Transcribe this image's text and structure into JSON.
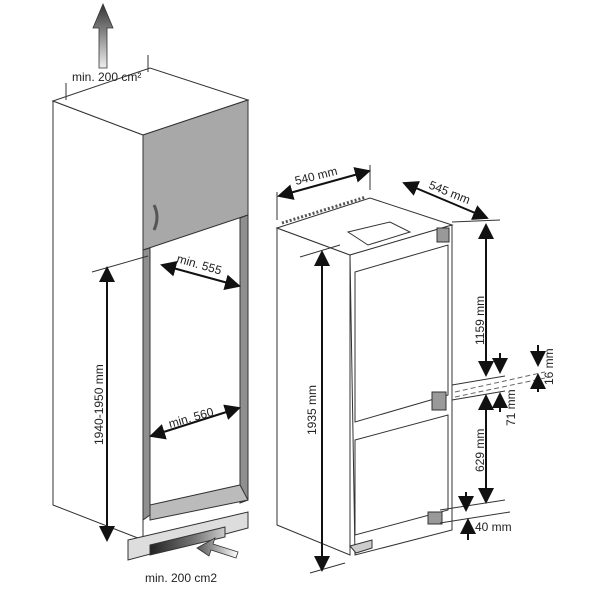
{
  "cabinet": {
    "vent_top_label": "min. 200 cm²",
    "vent_bottom_label": "min. 200 cm2",
    "depth_label": "min. 555",
    "width_label": "min. 560",
    "height_label": "1940-1950 mm"
  },
  "appliance": {
    "width_label": "540 mm",
    "depth_label": "545 mm",
    "height_label": "1935 mm",
    "upper_door_label": "1159 mm",
    "gap_label": "71 mm",
    "gap_detail_label": "16 mm",
    "lower_door_label": "629 mm",
    "bottom_label": "40 mm"
  },
  "colors": {
    "door_gray": "#a8a8a8",
    "line": "#333333",
    "post_gray": "#8f8f8f"
  }
}
